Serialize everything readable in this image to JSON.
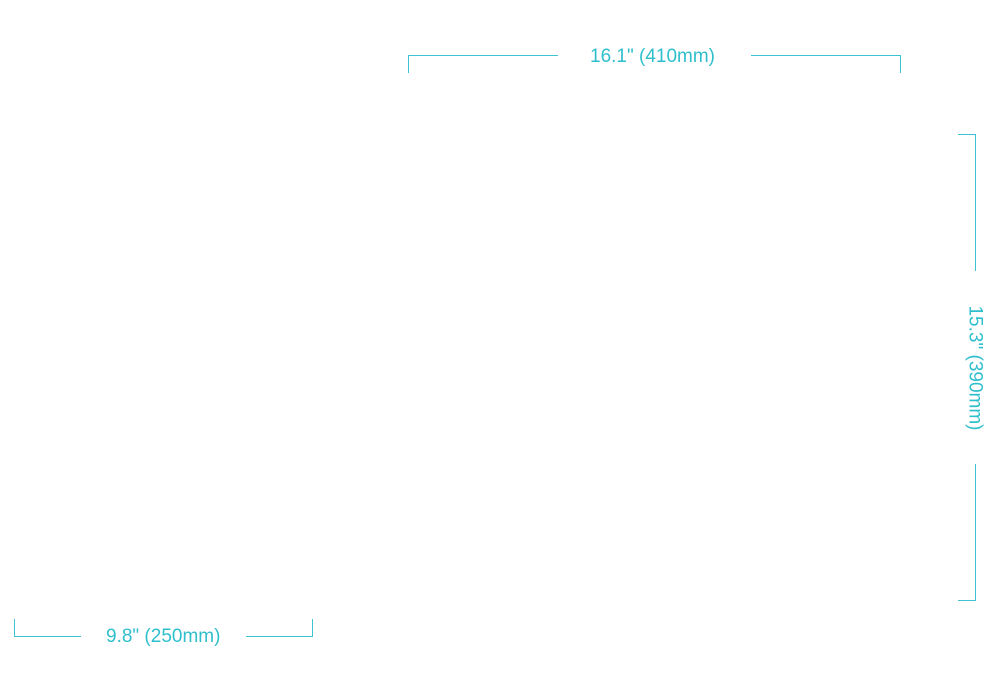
{
  "dimensions": {
    "width_label": "16.1\" (410mm)",
    "height_label": "15.3\" (390mm)",
    "depth_label": "9.8\" (250mm)"
  },
  "colors": {
    "dimension_line": "#3ec3d0",
    "dimension_text": "#2fbfcc",
    "background": "#ffffff"
  }
}
